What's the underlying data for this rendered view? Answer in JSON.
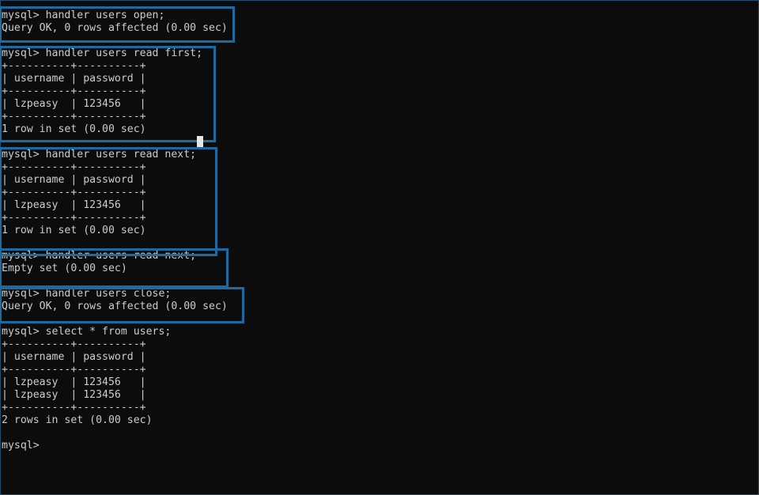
{
  "terminal": {
    "lines": [
      "mysql> handler users open;",
      "Query OK, 0 rows affected (0.00 sec)",
      "",
      "mysql> handler users read first;",
      "+----------+----------+",
      "| username | password |",
      "+----------+----------+",
      "| lzpeasy  | 123456   |",
      "+----------+----------+",
      "1 row in set (0.00 sec)",
      "",
      "mysql> handler users read next;",
      "+----------+----------+",
      "| username | password |",
      "+----------+----------+",
      "| lzpeasy  | 123456   |",
      "+----------+----------+",
      "1 row in set (0.00 sec)",
      "",
      "mysql> handler users read next;",
      "Empty set (0.00 sec)",
      "",
      "mysql> handler users close;",
      "Query OK, 0 rows affected (0.00 sec)",
      "",
      "mysql> select * from users;",
      "+----------+----------+",
      "| username | password |",
      "+----------+----------+",
      "| lzpeasy  | 123456   |",
      "| lzpeasy  | 123456   |",
      "+----------+----------+",
      "2 rows in set (0.00 sec)",
      "",
      "mysql>"
    ]
  },
  "colors": {
    "background": "#0c0c0c",
    "text": "#cccccc",
    "highlight_border": "#1c6aa0"
  }
}
